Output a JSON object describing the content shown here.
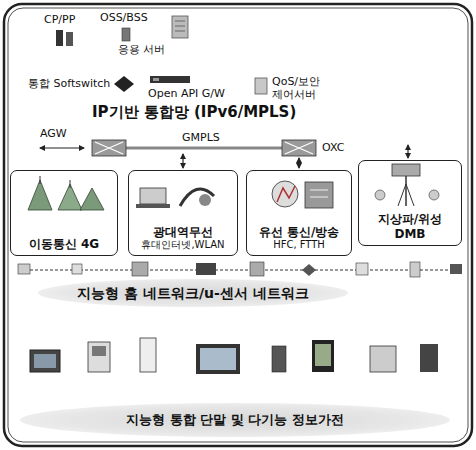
{
  "diagram": {
    "nodes": [
      {
        "text": [
          "이동통신 4G"
        ]
      },
      {
        "text": [
          "광대역무선",
          "휴대인터넷,WLAN"
        ]
      },
      {
        "text": [
          "유선 통신/방송",
          "HFC, FTTH"
        ]
      },
      {
        "text": [
          "지상파/위성 DMB"
        ]
      },
      {
        "text": [
          "지능형 홈 네트워크/u-센서 네트워크"
        ]
      },
      {
        "text": [
          "지능형 통합 단말 및 다기능 정보가전"
        ]
      }
    ],
    "labels": [
      "CP/PP",
      "OSS/BSS",
      "응용 서버",
      "통합 Softswitch",
      "Open API G/W",
      "QoS/보안 제어서버",
      "IP기반 통합망 (IPv6/MPLS)",
      "AGW",
      "GMPLS",
      "OXC"
    ]
  }
}
